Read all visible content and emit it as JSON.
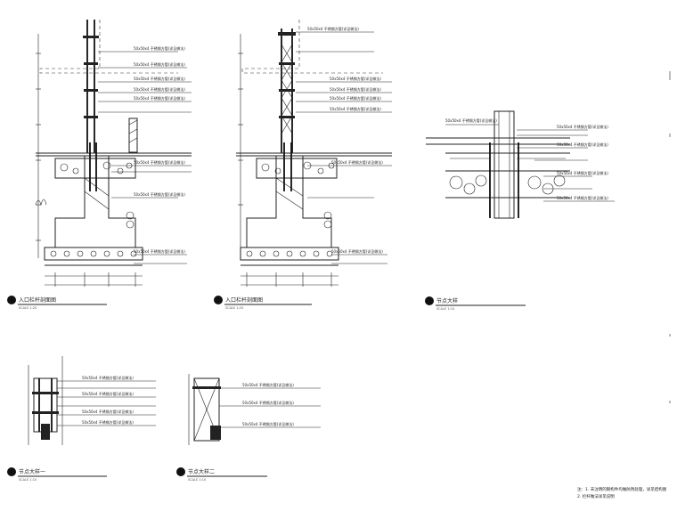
{
  "drawing": {
    "views": [
      {
        "id": "section-1",
        "caption": "入口栏杆剖面图",
        "scale_note": "SCALE 1:20"
      },
      {
        "id": "section-2",
        "caption": "入口栏杆剖面图",
        "scale_note": "SCALE 1:20"
      },
      {
        "id": "detail-node",
        "caption": "节点大样",
        "scale_note": "SCALE 1:10"
      },
      {
        "id": "detail-a",
        "caption": "节点大样一",
        "scale_note": "SCALE 1:10"
      },
      {
        "id": "detail-b",
        "caption": "节点大样二",
        "scale_note": "SCALE 1:10"
      }
    ],
    "annotation_label": "50x50x4 不锈钢方管(详见做法)",
    "note": {
      "line1": "注：1. 未注明的钢构件均做防锈处理，详见结构图",
      "line2": "2. 栏杆做法详见说明"
    }
  }
}
